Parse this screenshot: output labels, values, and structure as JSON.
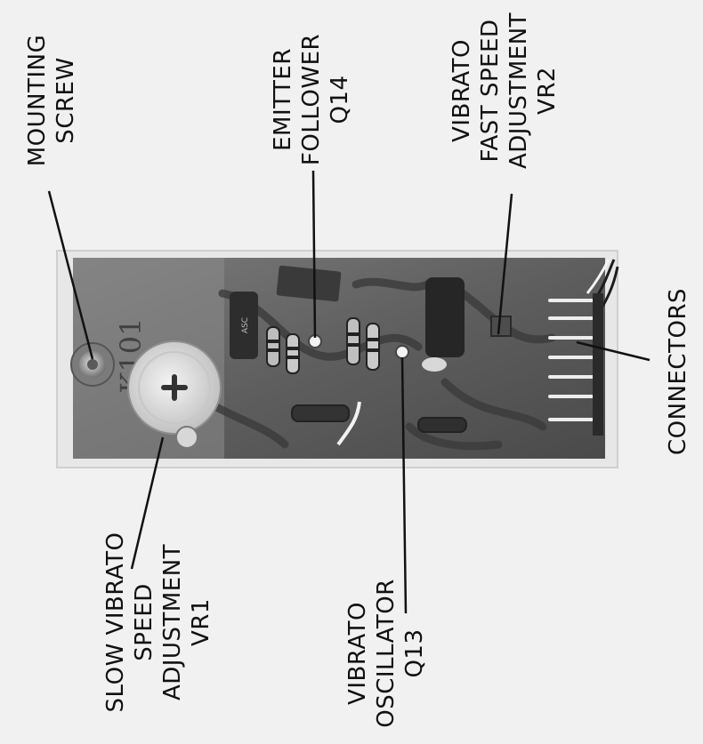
{
  "labels": {
    "mounting_screw": [
      "MOUNTING",
      "SCREW"
    ],
    "emitter_follower": [
      "EMITTER",
      "FOLLOWER",
      "Q14"
    ],
    "vibrato_fast": [
      "VIBRATO",
      "FAST  SPEED",
      "ADJUSTMENT",
      "VR2"
    ],
    "connectors": [
      "CONNECTORS"
    ],
    "slow_vibrato": [
      "SLOW  VIBRATO",
      "SPEED",
      "ADJUSTMENT",
      "VR1"
    ],
    "vibrato_oscillator": [
      "VIBRATO",
      "OSCILLATOR",
      "Q13"
    ]
  },
  "board_marking": "K101"
}
